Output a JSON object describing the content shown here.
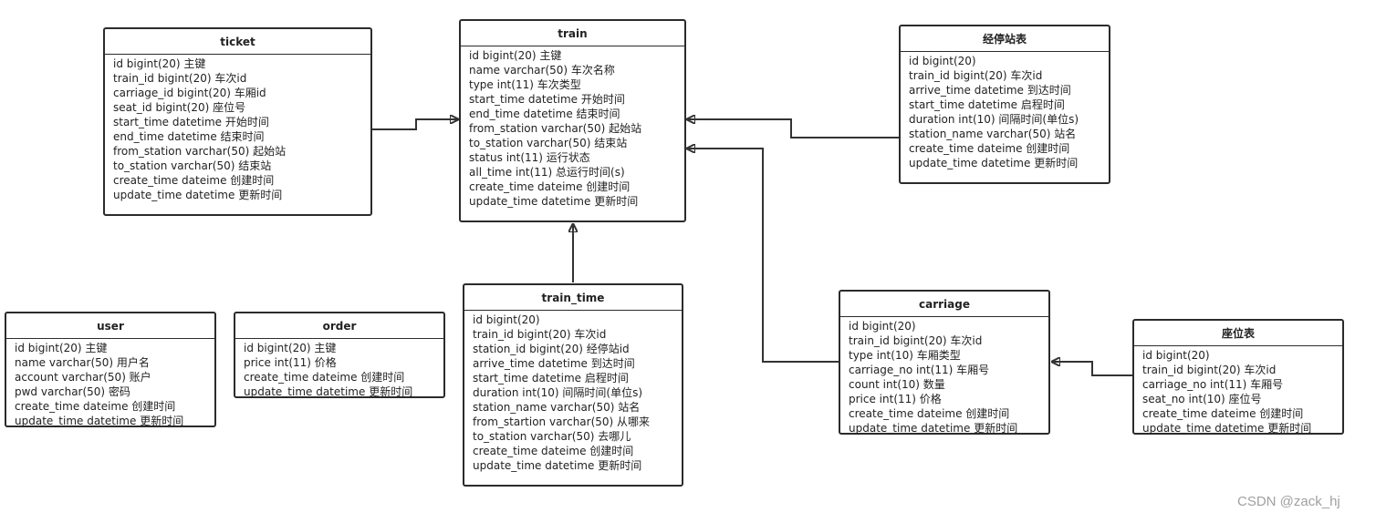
{
  "entities": {
    "ticket": {
      "title": "ticket",
      "fields": [
        "id bigint(20) 主键",
        "train_id bigint(20) 车次id",
        "carriage_id bigint(20) 车厢id",
        "seat_id bigint(20) 座位号",
        "start_time datetime 开始时间",
        "end_time datetime 结束时间",
        "from_station varchar(50) 起始站",
        "to_station varchar(50) 结束站",
        "create_time dateime 创建时间",
        "update_time datetime 更新时间"
      ]
    },
    "train": {
      "title": "train",
      "fields": [
        "id bigint(20) 主键",
        "name varchar(50) 车次名称",
        "type int(11) 车次类型",
        "start_time datetime 开始时间",
        "end_time datetime 结束时间",
        "from_station varchar(50) 起始站",
        "to_station varchar(50) 结束站",
        "status int(11) 运行状态",
        "all_time int(11) 总运行时间(s)",
        "create_time dateime 创建时间",
        "update_time datetime 更新时间"
      ]
    },
    "stops": {
      "title": "经停站表",
      "fields": [
        "id bigint(20)",
        "train_id bigint(20) 车次id",
        "arrive_time datetime 到达时间",
        "start_time datetime 启程时间",
        "duration int(10) 间隔时间(单位s)",
        "station_name varchar(50) 站名",
        "create_time dateime 创建时间",
        "update_time datetime 更新时间"
      ]
    },
    "user": {
      "title": "user",
      "fields": [
        "id bigint(20) 主键",
        "name varchar(50) 用户名",
        "account varchar(50) 账户",
        "pwd varchar(50) 密码",
        "create_time dateime 创建时间",
        "update_time datetime 更新时间"
      ]
    },
    "order": {
      "title": "order",
      "fields": [
        "id bigint(20) 主键",
        "price int(11) 价格",
        "create_time dateime 创建时间",
        "update_time datetime 更新时间"
      ]
    },
    "train_time": {
      "title": "train_time",
      "fields": [
        "id bigint(20)",
        "train_id bigint(20) 车次id",
        "station_id bigint(20) 经停站id",
        "arrive_time datetime 到达时间",
        "start_time datetime 启程时间",
        "duration int(10) 间隔时间(单位s)",
        "station_name varchar(50) 站名",
        "from_startion varchar(50) 从哪来",
        "to_station varchar(50) 去哪儿",
        "create_time dateime 创建时间",
        "update_time datetime 更新时间"
      ]
    },
    "carriage": {
      "title": "carriage",
      "fields": [
        "id bigint(20)",
        "train_id bigint(20) 车次id",
        "type int(10) 车厢类型",
        "carriage_no int(11) 车厢号",
        "count int(10) 数量",
        "price int(11) 价格",
        "create_time dateime 创建时间",
        "update_time datetime 更新时间"
      ]
    },
    "seats": {
      "title": "座位表",
      "fields": [
        "id bigint(20)",
        "train_id bigint(20) 车次id",
        "carriage_no int(11) 车厢号",
        "seat_no int(10) 座位号",
        "create_time dateime 创建时间",
        "update_time datetime 更新时间"
      ]
    }
  },
  "relations": [
    {
      "from": "ticket",
      "to": "train"
    },
    {
      "from": "stops",
      "to": "train"
    },
    {
      "from": "train_time",
      "to": "train"
    },
    {
      "from": "carriage",
      "to": "train"
    },
    {
      "from": "seats",
      "to": "carriage"
    }
  ],
  "watermark": "CSDN @zack_hj",
  "colors": {
    "line": "#333333",
    "border": "#2b2b2b",
    "watermark": "#a0a0a0"
  }
}
